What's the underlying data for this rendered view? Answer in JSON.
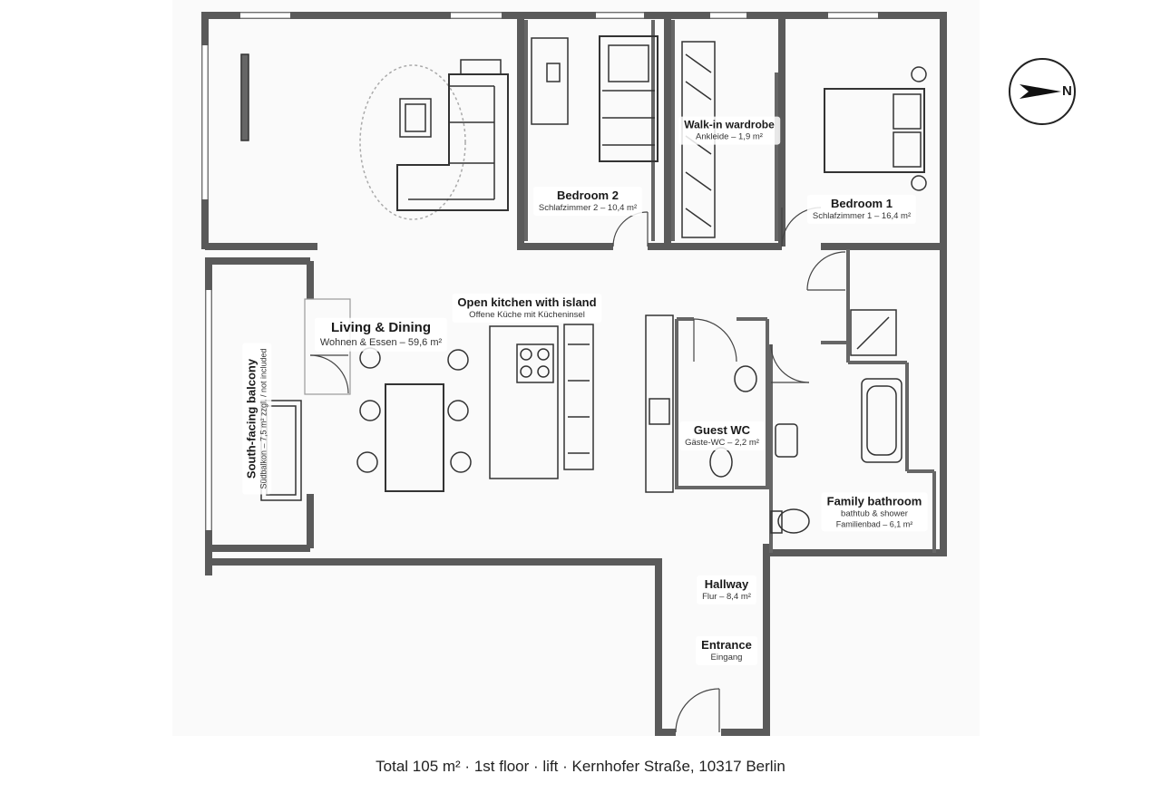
{
  "rooms": {
    "living": {
      "title": "Living & Dining",
      "subtitle": "Wohnen & Essen – 59,6 m²"
    },
    "kitchen": {
      "title": "Open kitchen with island",
      "subtitle": "Offene Küche mit Kücheninsel"
    },
    "bedroom2": {
      "title": "Bedroom 2",
      "subtitle": "Schlafzimmer 2 – 10,4 m²"
    },
    "wardrobe": {
      "title": "Walk-in wardrobe",
      "subtitle": "Ankleide – 1,9 m²"
    },
    "bedroom1": {
      "title": "Bedroom 1",
      "subtitle": "Schlafzimmer 1 – 16,4 m²"
    },
    "balcony": {
      "title": "South-facing balcony",
      "subtitle": "Südbalkon – 7,5 m² zzgl. / not included"
    },
    "guest_wc": {
      "title": "Guest WC",
      "subtitle": "Gäste-WC – 2,2 m²"
    },
    "family_bath": {
      "title": "Family bathroom",
      "subtitle": "bathtub & shower",
      "subtitle2": "Familienbad – 6,1 m²"
    },
    "hallway": {
      "title": "Hallway",
      "subtitle": "Flur – 8,4 m²"
    },
    "entrance": {
      "title": "Entrance",
      "subtitle": "Eingang"
    }
  },
  "compass": {
    "label": "N",
    "icon": "north-arrow-icon"
  },
  "footer": {
    "text": "Total 105 m² · 1st floor · lift · Kernhofer Straße, 10317 Berlin"
  },
  "colors": {
    "wall": "#555555",
    "furniture": "#333333",
    "background": "#ffffff"
  }
}
